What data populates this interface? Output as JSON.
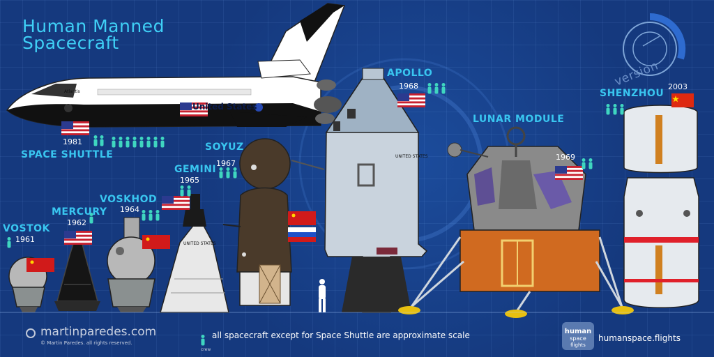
{
  "title_line1": "Human Manned",
  "title_line2": "Spacecraft",
  "badge_text": "version",
  "spacecraft": {
    "shuttle": {
      "name": "SPACE SHUTTLE",
      "year": "1981",
      "hull_text": "United States",
      "nose_text": "Atlantis"
    },
    "apollo": {
      "name": "APOLLO",
      "year": "1968",
      "hull_text": "UNITED STATES"
    },
    "lunar": {
      "name": "LUNAR MODULE",
      "year": "1969"
    },
    "shenzhou": {
      "name": "SHENZHOU",
      "year": "2003"
    },
    "soyuz": {
      "name": "SOYUZ",
      "year": "1967"
    },
    "gemini": {
      "name": "GEMINI",
      "year": "1965",
      "hull_text": "UNITED STATES"
    },
    "voskhod": {
      "name": "VOSKHOD",
      "year": "1964"
    },
    "mercury": {
      "name": "MERCURY",
      "year": "1962"
    },
    "vostok": {
      "name": "VOSTOK",
      "year": "1961"
    }
  },
  "footer": {
    "site": "martinparedes.com",
    "copyright": "© Martin Paredes. all rights reserved.",
    "scale_note": "all spacecraft except for Space Shuttle are approximate scale",
    "crew_legend": "crew",
    "logo_text": "human space flights",
    "partner_site": "humanspace.flights"
  },
  "colors": {
    "label": "#39c6f0",
    "background": "#15397e",
    "crew_icon": "#3fd6c0"
  }
}
